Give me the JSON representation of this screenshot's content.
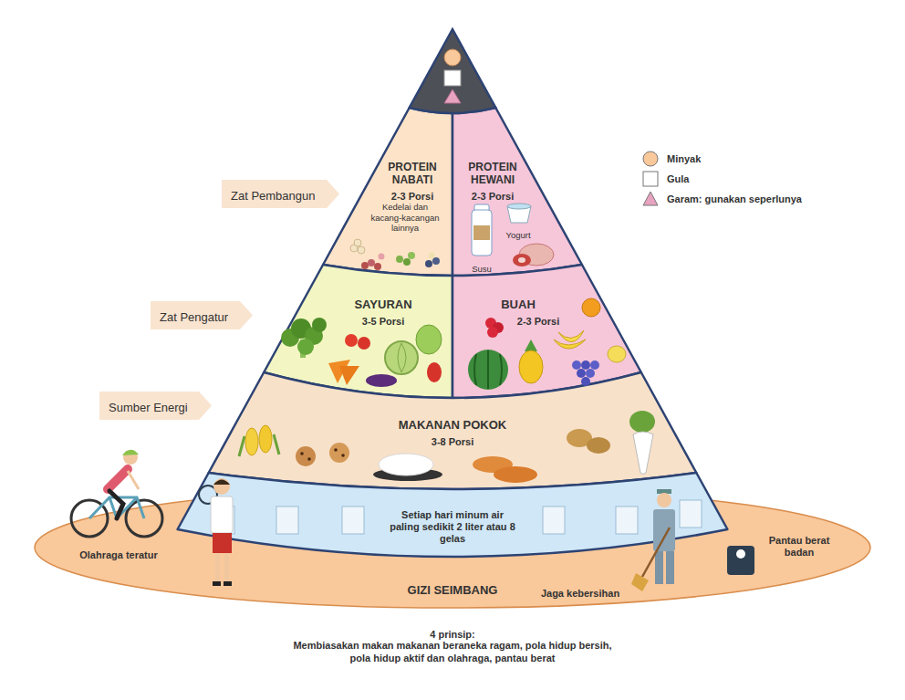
{
  "diagram": {
    "caption": "Membiasakan makan makanan beraneka ragam, pola hidup bersih, pola hidup aktif dan olahraga, pantau berat",
    "nodes": [
      {
        "text": [
          "Zat Pembangun"
        ]
      },
      {
        "text": [
          "PROTEIN NABATI",
          "2-3 Porsi",
          "Kedelai dan kacang-kacangan lainnya"
        ]
      },
      {
        "text": [
          "PROTEIN HEWANI",
          "2-3 Porsi"
        ]
      },
      {
        "text": [
          "Zat Pengatur"
        ]
      },
      {
        "text": [
          "SAYURAN",
          "3-5 Porsi"
        ]
      },
      {
        "text": [
          "BUAH",
          "2-3 Porsi"
        ]
      },
      {
        "text": [
          "Sumber Energi"
        ]
      },
      {
        "text": [
          "MAKANAN POKOK",
          "3-8 Porsi"
        ]
      },
      {
        "text": [
          "Setiap hari minum air paling sedikit 2 liter atau 8 gelas"
        ]
      },
      {
        "text": [
          "Olahraga teratur",
          "GIZI SEIMBANG",
          "Jaga kebersihan",
          "Pantau berat badan"
        ]
      }
    ],
    "labels": [
      "Yogurt",
      "Susu",
      "4 prinsip:"
    ],
    "legend": [
      {
        "text": "Minyak",
        "color": "#f9c89b"
      },
      {
        "text": "Gula",
        "color": "#ffffff"
      },
      {
        "text": "Garam: gunakan seperlunya",
        "color": "#e7a3c0"
      }
    ]
  }
}
